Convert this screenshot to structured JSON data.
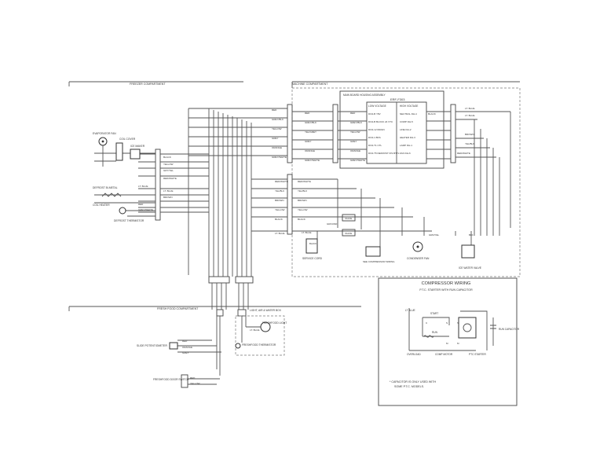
{
  "sections": {
    "freezer": "FREEZER COMPARTMENT",
    "machine": "MACHINE COMPARTMENT",
    "fresh_food": "FRESH FOOD COMPARTMENT"
  },
  "control": {
    "main_board": "MAIN BOARD HOUSING ASSEMBLY",
    "board_name": "ERF-F303",
    "low_voltage": "LOW VOLTAGE",
    "high_voltage": "HIGH VOLTAGE",
    "low_pins": [
      "DO2-B Y8V",
      "DO2-B BLOCK 24 VTC",
      "DO2-12 DRAIN",
      "DO2-1 BKS",
      "DO2-T1 CTL",
      "DO2-T5 DEFROST IFS BTTL"
    ],
    "high_pins": [
      "NEUTRAL DH-4",
      "COMP DH-5",
      "LINE DH-2",
      "HEATER DH-3",
      "LAMP DH-1",
      "FAN DH-6"
    ]
  },
  "wires": {
    "harness_a": [
      "RED",
      "GREY/BLK",
      "YELLOW",
      "GREY",
      "ORANGE",
      "GREY/WHITE"
    ],
    "harness_b": [
      "RED",
      "GREY/BLK",
      "YEL/GREY",
      "GREY",
      "ORANGE",
      "GREY/WHITE"
    ],
    "harness_c": [
      "RED",
      "GREY/BLK",
      "YELLOW",
      "GREY",
      "ORANGE",
      "GREY/WHITE"
    ],
    "right_top": [
      "LT. BLUE",
      "BLACK",
      "LT. BLUE",
      "BROWN",
      "YEL/BLK",
      "RED/WHITE"
    ],
    "freezer_conn": [
      "BLACK",
      "YELLOW",
      "GRY/YEL",
      "RED/WHITE"
    ],
    "freezer_conn2": [
      "LT. BLUE",
      "LT. BLUE",
      "BROWN",
      "RED",
      "GREY/WHITE"
    ],
    "mid": [
      "RED/WHITE",
      "YEL/BLK",
      "BROWN",
      "YELLOW",
      "BLACK",
      "LT. BLUE"
    ],
    "fresh_food": [
      "RED",
      "ORANGE",
      "GREY"
    ],
    "bottom": [
      "RED",
      "YELLOW"
    ]
  },
  "components": {
    "evap_fan": "EVAPORATOR FAN",
    "coil_cover": "COIL COVER",
    "ice_maker": "ICE MAKER",
    "defrost_bi": "DEFROST BI-METAL",
    "coil_heater": "COIL HEATER",
    "defrost_thermistor": "DEFROST THERMISTOR",
    "power_cord": "SERVICE CORD",
    "compressor_wiring_label": "SEE COMPRESSOR WIRING",
    "condenser_fan": "CONDENSER FAN",
    "ice_water_valve": "ICE WATER VALVE",
    "light_box": "LIGHT, AIR & WATER BOX",
    "freshfood_light": "FRESHFOOD LIGHT",
    "freshfood_therm": "FRESHFOOD THERMISTOR",
    "slide_pot": "SLIDE POTENTIOMETER",
    "door_switch": "FRESHFOOD DOOR SWITCH",
    "ground": "GROUND",
    "valve": "VALVE",
    "black": "BLACK",
    "lt_blue": "LT. BLUE",
    "grn": "GRN/YEL",
    "blk": "BLK"
  },
  "compressor": {
    "title": "COMPRESSOR WIRING",
    "subtitle": "P.T.C. STARTER WITH RUN CAPACITOR",
    "start": "START",
    "run": "RUN",
    "overload": "OVERLOAD",
    "comp_motor": "COMP MOTOR",
    "ptc": "PTC STARTER",
    "run_cap": "RUN CAPACITOR",
    "lt_blue": "LT BLUE",
    "note1": "* CAPACITOR IS ONLY USED WITH",
    "note2": "SOME P.T.C. MODELS.",
    "letters": [
      "C",
      "S",
      "M",
      "S",
      "M"
    ]
  }
}
